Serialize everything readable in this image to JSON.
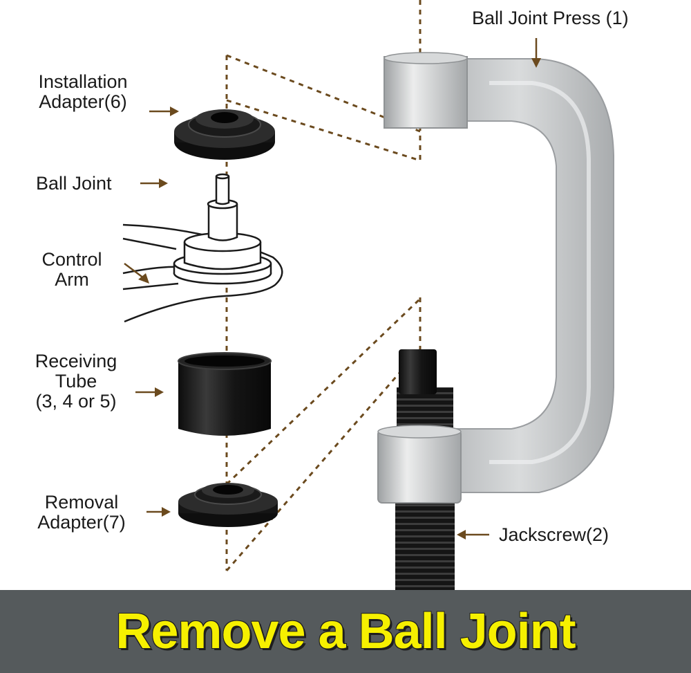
{
  "labels": {
    "ball_joint_press": "Ball Joint Press (1)",
    "installation_adapter": [
      "Installation",
      "Adapter(6)"
    ],
    "ball_joint": "Ball Joint",
    "control_arm": [
      "Control",
      "Arm"
    ],
    "receiving_tube": [
      "Receiving",
      "Tube",
      "(3, 4 or 5)"
    ],
    "removal_adapter": [
      "Removal",
      "Adapter(7)"
    ],
    "jackscrew": "Jackscrew(2)"
  },
  "banner": {
    "text": "Remove a Ball Joint"
  },
  "colors": {
    "arrow": "#6b4a1e",
    "dashed_line": "#6b4a1e",
    "banner_background": "#555a5c",
    "banner_text": "#f6f000",
    "press_body": "#c9cbcc",
    "parts_black": "#141414"
  }
}
